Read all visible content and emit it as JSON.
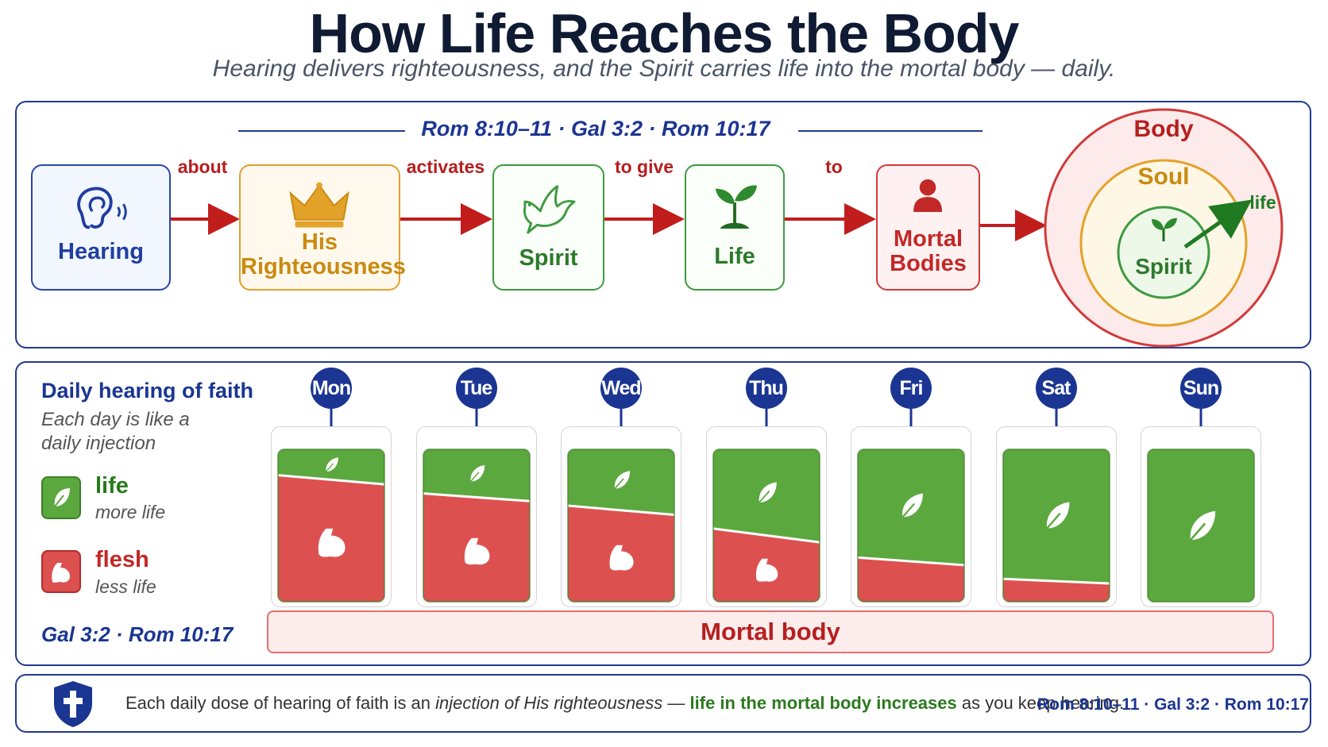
{
  "title": "How Life Reaches the Body",
  "subtitle": "Hearing delivers righteousness, and the Spirit carries life into the mortal body — daily.",
  "flow": {
    "references": "Rom 8:10–11 · Gal 3:2 · Rom 10:17",
    "nodes": [
      {
        "label": "Hearing",
        "icon": "ear-icon"
      },
      {
        "label_line1": "His",
        "label_line2": "Righteousness",
        "icon": "crown-icon"
      },
      {
        "label": "Spirit",
        "icon": "dove-icon"
      },
      {
        "label": "Life",
        "icon": "sprout-icon"
      },
      {
        "label_line1": "Mortal",
        "label_line2": "Bodies",
        "icon": "person-icon"
      }
    ],
    "connectors": [
      "about",
      "activates",
      "to give",
      "to"
    ],
    "body_diagram": {
      "outer": "Body",
      "middle": "Soul",
      "inner": "Spirit",
      "arrow_label": "life"
    }
  },
  "daily": {
    "title": "Daily hearing of faith",
    "description": "Each day is like a daily injection",
    "legend": [
      {
        "label": "life",
        "sub": "more life",
        "color": "#5ba83f"
      },
      {
        "label": "flesh",
        "sub": "less life",
        "color": "#dd5050"
      }
    ],
    "references": "Gal 3:2 · Rom 10:17",
    "days": [
      {
        "day": "Mon",
        "life_fraction_left": 0.17,
        "life_fraction_right": 0.23
      },
      {
        "day": "Tue",
        "life_fraction_left": 0.29,
        "life_fraction_right": 0.34
      },
      {
        "day": "Wed",
        "life_fraction_left": 0.37,
        "life_fraction_right": 0.43
      },
      {
        "day": "Thu",
        "life_fraction_left": 0.52,
        "life_fraction_right": 0.61
      },
      {
        "day": "Fri",
        "life_fraction_left": 0.71,
        "life_fraction_right": 0.76
      },
      {
        "day": "Sat",
        "life_fraction_left": 0.85,
        "life_fraction_right": 0.88
      },
      {
        "day": "Sun",
        "life_fraction_left": 1.0,
        "life_fraction_right": 1.0
      }
    ],
    "mortal_body_label": "Mortal body"
  },
  "footer": {
    "text_part1": "Each daily dose of hearing of faith is an ",
    "text_part2": "injection of His righteousness",
    "text_part3": " — ",
    "text_highlight": "life in the mortal body increases",
    "text_part4": " as you keep hearing.",
    "references": "Rom 8:10–11 · Gal 3:2 · Rom 10:17",
    "icon": "shield-cross-icon"
  },
  "colors": {
    "navy": "#1b3592",
    "life_green": "#5ba83f",
    "flesh_red": "#dd5050",
    "gold": "#c98a10"
  }
}
